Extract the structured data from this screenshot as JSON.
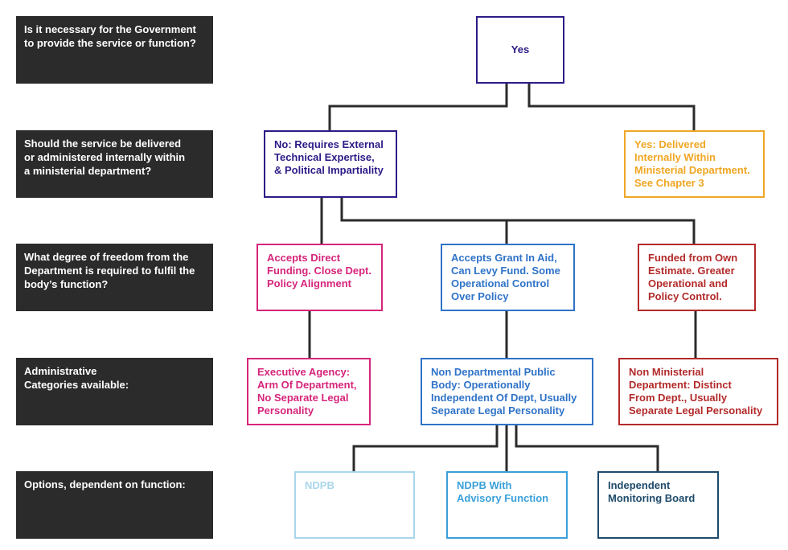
{
  "colors": {
    "question_bg": "#2b2b2b",
    "line": "#2b2b2b",
    "navy": "#2d1b87",
    "orange": "#f0a623",
    "pink": "#d6257b",
    "blue": "#2f73c8",
    "red": "#b32a2a",
    "light_blue": "#a9d6ea",
    "medium_blue": "#3aa0d9",
    "dark_blue": "#1e4a6b"
  },
  "questions": [
    "Is it necessary for the Government\nto provide the service or function?",
    "Should the service be delivered\nor administered internally within\na ministerial department?",
    "What degree of freedom from the\nDepartment is required to fulfil the\nbody’s function?",
    "Administrative\nCategories available:",
    "Options, dependent on function:"
  ],
  "nodes": {
    "yes": "Yes",
    "no_external": "No: Requires External\nTechnical Expertise,\n& Political Impartiality",
    "yes_internal": "Yes: Delivered\nInternally Within\nMinisterial Department.\nSee Chapter 3",
    "direct_funding": "Accepts Direct\nFunding. Close Dept.\nPolicy Alignment",
    "grant_in_aid": "Accepts Grant In Aid,\nCan Levy Fund. Some\nOperational Control\nOver Policy",
    "own_estimate": "Funded from Own\nEstimate. Greater\nOperational and\nPolicy Control.",
    "executive_agency": "Executive Agency:\nArm Of Department,\nNo Separate Legal\nPersonality",
    "ndpb_category": "Non Departmental Public\nBody: Operationally\nIndependent Of Dept, Usually\nSeparate Legal Personality",
    "non_ministerial": "Non Ministerial\nDepartment: Distinct\nFrom Dept., Usually\nSeparate Legal Personality",
    "ndpb": "NDPB",
    "ndpb_advisory": "NDPB With\nAdvisory Function",
    "monitoring_board": "Independent\nMonitoring Board"
  }
}
